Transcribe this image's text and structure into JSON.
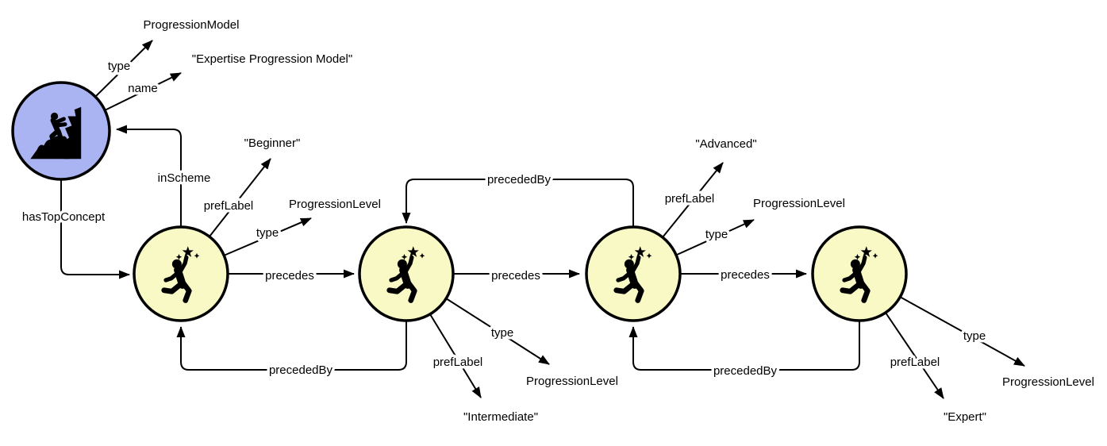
{
  "diagram": {
    "kind": "knowledge-graph",
    "colors": {
      "background": "#ffffff",
      "scheme_node_fill": "#aab4f2",
      "level_node_fill": "#f8f9c4",
      "stroke": "#000000",
      "text": "#000000"
    },
    "scheme_node": {
      "icon": "mountain-climber-icon",
      "type_edge_label": "type",
      "type_value": "ProgressionModel",
      "name_edge_label": "name",
      "name_value": "\"Expertise Progression Model\"",
      "has_top_concept_edge_label": "hasTopConcept",
      "in_scheme_edge_label": "inScheme"
    },
    "level_nodes": [
      {
        "icon": "person-reaching-star-icon",
        "pref_label_edge_label": "prefLabel",
        "pref_label_value": "\"Beginner\"",
        "type_edge_label": "type",
        "type_value": "ProgressionLevel"
      },
      {
        "icon": "person-reaching-star-icon",
        "pref_label_edge_label": "prefLabel",
        "pref_label_value": "\"Intermediate\"",
        "type_edge_label": "type",
        "type_value": "ProgressionLevel"
      },
      {
        "icon": "person-reaching-star-icon",
        "pref_label_edge_label": "prefLabel",
        "pref_label_value": "\"Advanced\"",
        "type_edge_label": "type",
        "type_value": "ProgressionLevel"
      },
      {
        "icon": "person-reaching-star-icon",
        "pref_label_edge_label": "prefLabel",
        "pref_label_value": "\"Expert\"",
        "type_edge_label": "type",
        "type_value": "ProgressionLevel"
      }
    ],
    "precedes_edges": [
      {
        "from": "level-1",
        "to": "level-2",
        "label": "precedes"
      },
      {
        "from": "level-2",
        "to": "level-3",
        "label": "precedes"
      },
      {
        "from": "level-3",
        "to": "level-4",
        "label": "precedes"
      }
    ],
    "preceded_by_edges": [
      {
        "from": "level-2",
        "to": "level-1",
        "label": "precededBy"
      },
      {
        "from": "level-3",
        "to": "level-2",
        "label": "precededBy"
      },
      {
        "from": "level-4",
        "to": "level-3",
        "label": "precededBy"
      }
    ]
  }
}
